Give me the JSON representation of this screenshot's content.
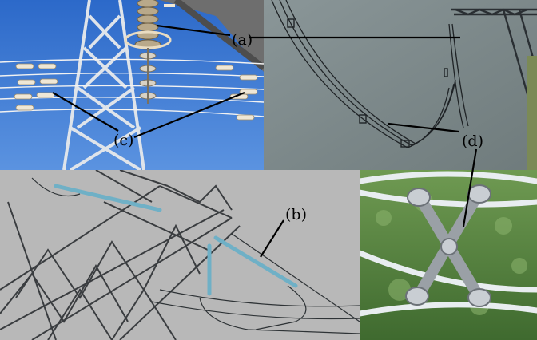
{
  "labels": {
    "a": "(a)",
    "b": "(b)",
    "c": "(c)",
    "d": "(d)"
  },
  "colors": {
    "sky_top_left": "#3a77d4",
    "sky_top_right": "#8e989a",
    "sky_bottom_left": "#b9b9b9",
    "grass": "#4f7a3a",
    "steel": "#c8ccd0",
    "insulator": "#6aa8c0",
    "leader": "#000000"
  }
}
